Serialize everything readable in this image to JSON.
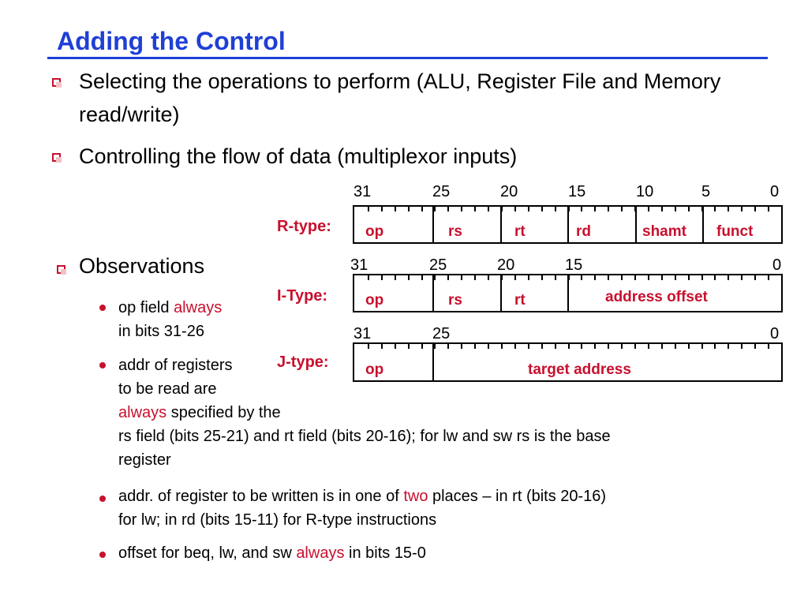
{
  "title": "Adding the Control",
  "bullets": [
    "Selecting the operations to perform (ALU, Register File and Memory read/write)",
    "Controlling the flow of data (multiplexor inputs)"
  ],
  "formats": {
    "r": {
      "label": "R-type:",
      "bits": [
        "31",
        "25",
        "20",
        "15",
        "10",
        "5",
        "0"
      ],
      "fields": [
        "op",
        "rs",
        "rt",
        "rd",
        "shamt",
        "funct"
      ]
    },
    "i": {
      "label": "I-Type:",
      "bits": [
        "31",
        "25",
        "20",
        "15",
        "0"
      ],
      "fields": [
        "op",
        "rs",
        "rt",
        "address offset"
      ]
    },
    "j": {
      "label": "J-type:",
      "bits": [
        "31",
        "25",
        "0"
      ],
      "fields": [
        "op",
        "target address"
      ]
    }
  },
  "observations": {
    "heading": "Observations",
    "items": [
      {
        "l1a": "op field ",
        "l1b": "always",
        "l2": "in bits 31-26"
      },
      {
        "l1": "addr of registers",
        "l2": "to be read are",
        "l3a": "always",
        "l3b": " specified by the",
        "l4": "rs field (bits 25-21) and rt field (bits 20-16); for lw and sw rs is the base",
        "l5": "register"
      },
      {
        "l1a": "addr. of register to be written is in one of ",
        "l1b": "two",
        "l1c": " places – in rt (bits 20-16)",
        "l2": "for lw; in rd (bits 15-11) for R-type instructions"
      },
      {
        "l1a": "offset for beq, lw, and sw ",
        "l1b": "always",
        "l1c": " in bits 15-0"
      }
    ]
  }
}
